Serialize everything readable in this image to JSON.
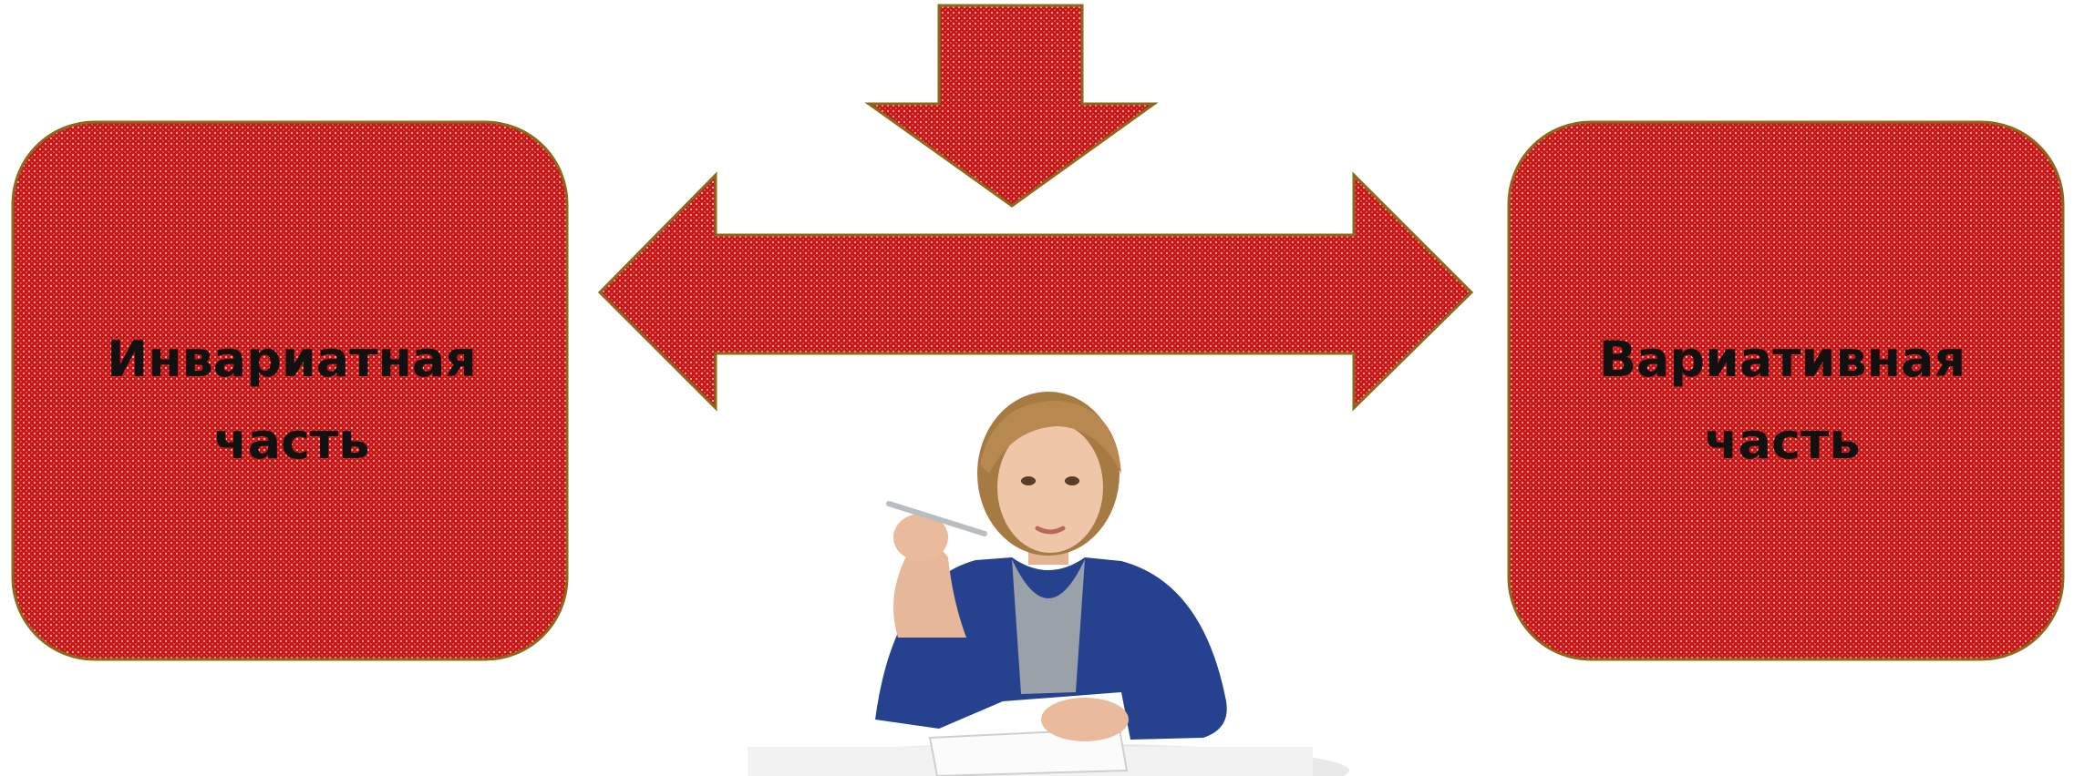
{
  "diagram": {
    "left_box": {
      "line1": "Инвариатная",
      "line2": "часть"
    },
    "right_box": {
      "line1": "Вариативная",
      "line2": "часть"
    },
    "colors": {
      "fill": "#cc1414",
      "dots": "#f3a6a6",
      "border": "#8a6a1a",
      "bg": "#ffffff"
    },
    "illustration": "woman-thinking-at-desk-image"
  }
}
